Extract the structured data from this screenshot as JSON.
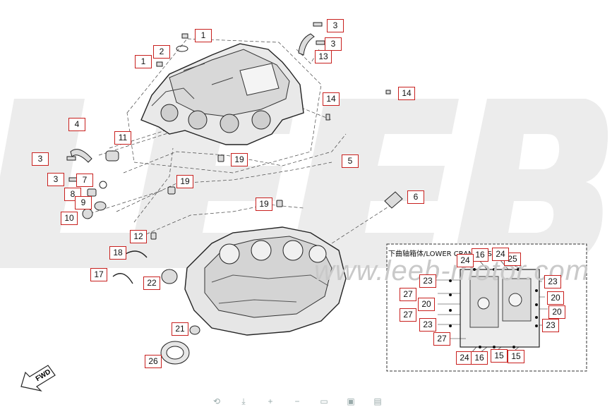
{
  "brand": {
    "watermark_letters": "LEEB",
    "site_watermark": "www.leeb-motor.com"
  },
  "inset": {
    "title": "下曲轴箱体/LOWER CRANKCASE"
  },
  "fwd": {
    "label": "FWD"
  },
  "callouts": {
    "c1a": "1",
    "c1b": "1",
    "c2": "2",
    "c3a": "3",
    "c3b": "3",
    "c3c": "3",
    "c3d": "3",
    "c13": "13",
    "c14a": "14",
    "c14b": "14",
    "c4": "4",
    "c11": "11",
    "c7": "7",
    "c8": "8",
    "c9": "9",
    "c10": "10",
    "c19a": "19",
    "c19b": "19",
    "c19c": "19",
    "c5": "5",
    "c6": "6",
    "c12": "12",
    "c18": "18",
    "c17": "17",
    "c22": "22",
    "c21": "21",
    "c26": "26",
    "i16a": "16",
    "i24a": "24",
    "i25": "25",
    "i24b": "24",
    "i23a": "23",
    "i27a": "27",
    "i20a": "20",
    "i27b": "27",
    "i23b": "23",
    "i23c": "23",
    "i20b": "20",
    "i20c": "20",
    "i23d": "23",
    "i27c": "27",
    "i15a": "15",
    "i15b": "15",
    "i24c": "24",
    "i16b": "16"
  },
  "toolbar": {
    "icons": [
      "zoom-fit-icon",
      "download-icon",
      "zoom-in-icon",
      "zoom-out-icon",
      "print-icon",
      "image-icon",
      "info-icon"
    ]
  }
}
